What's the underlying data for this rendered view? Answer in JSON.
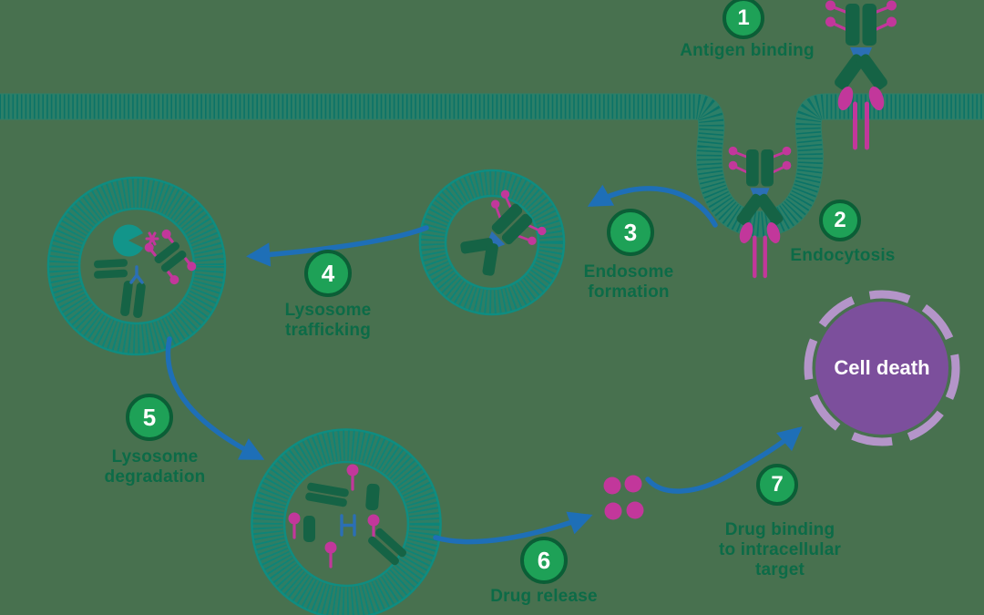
{
  "background_color": "#48714F",
  "steps": [
    {
      "number": "1",
      "label": "Antigen binding"
    },
    {
      "number": "2",
      "label": "Endocytosis"
    },
    {
      "number": "3",
      "label": "Endosome\nformation"
    },
    {
      "number": "4",
      "label": "Lysosome\ntrafficking"
    },
    {
      "number": "5",
      "label": "Lysosome\ndegradation"
    },
    {
      "number": "6",
      "label": "Drug release"
    },
    {
      "number": "7",
      "label": "Drug binding\nto intracellular\ntarget"
    }
  ],
  "cell_death": {
    "label": "Cell death"
  },
  "palette": {
    "background_green": "#48714F",
    "membrane_teal": "#0F8D81",
    "membrane_teal_dark": "#0B7367",
    "antibody_green": "#156345",
    "drug_pink": "#C2379B",
    "linker_blue": "#2B6FB5",
    "arrow_blue": "#1E6FB7",
    "step_circle_fill": "#1EA157",
    "step_circle_border": "#0B5E36",
    "step_label_green": "#0C6B47",
    "cell_death_purple": "#7C4F9C",
    "cell_death_ring_purple": "#B495C9",
    "white_text": "#FFFFFF"
  },
  "icons": {
    "membrane": "cell-membrane-bilayer",
    "vesicles": [
      "endosome-vesicle",
      "lysosome-vesicle",
      "degradation-vesicle"
    ],
    "molecules": [
      "adc-antibody",
      "surface-receptor",
      "drug-pin",
      "enzyme-pacman",
      "antibody-fragments",
      "linker-fragment",
      "released-drug-dots"
    ],
    "target": "cell-death-circle",
    "arrows": [
      "endosome-formation-arrow",
      "lysosome-trafficking-arrow",
      "lysosome-degradation-arrow",
      "drug-release-arrow",
      "drug-binding-arrow"
    ]
  }
}
